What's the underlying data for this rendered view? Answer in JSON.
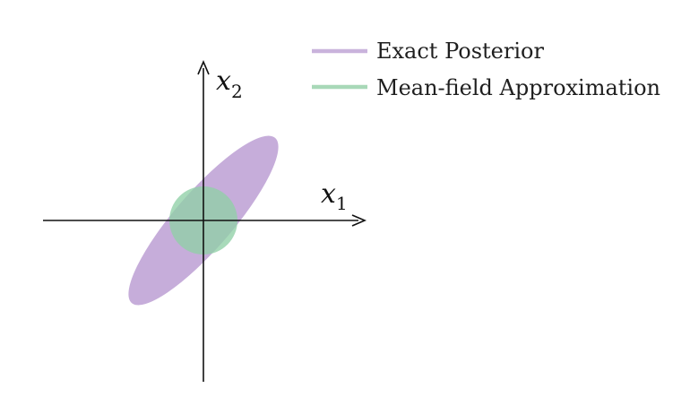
{
  "diagram": {
    "axes": {
      "x_label": "x",
      "x_subscript": "1",
      "y_label": "x",
      "y_subscript": "2"
    },
    "legend": [
      {
        "label": "Exact Posterior",
        "color": "#c9b3dc"
      },
      {
        "label": "Mean-field Approximation",
        "color": "#a8d8b8"
      }
    ],
    "colors": {
      "exact_posterior_fill": "#c3a9d8",
      "mean_field_fill": "#9fd3b0",
      "overlap_fill": "#8fb1a4",
      "axis": "#111111"
    }
  }
}
